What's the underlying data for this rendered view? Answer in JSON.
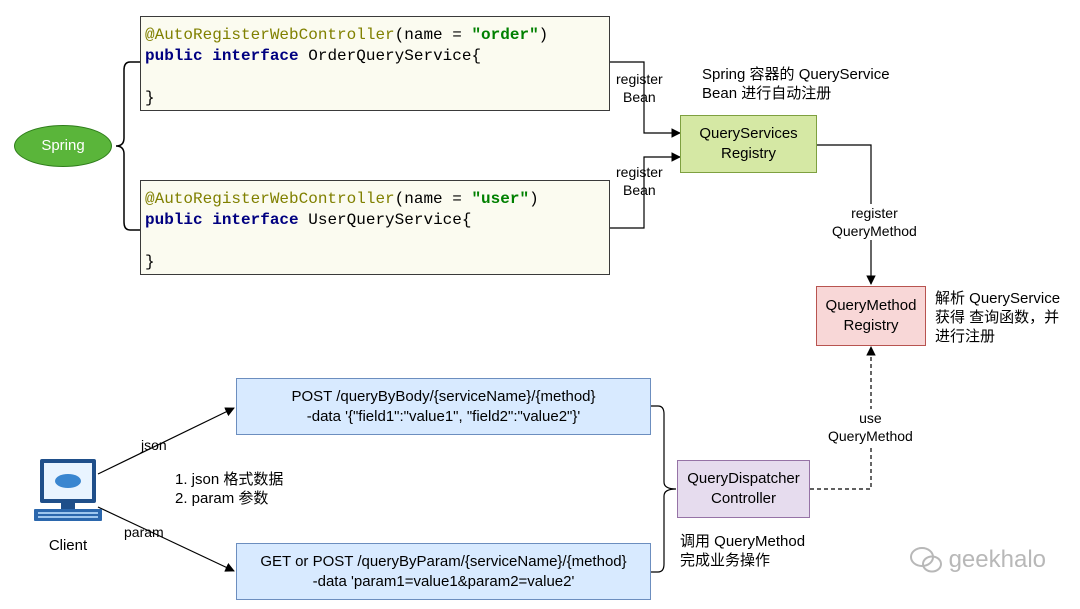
{
  "code_blocks": [
    {
      "annotation": "@AutoRegisterWebController",
      "param_open": "(name = ",
      "name_value": "\"order\"",
      "param_close": ")",
      "kw_public": "public",
      "kw_interface": "interface",
      "type_decl": " OrderQueryService{",
      "close": "}"
    },
    {
      "annotation": "@AutoRegisterWebController",
      "param_open": "(name = ",
      "name_value": "\"user\"",
      "param_close": ")",
      "kw_public": "public",
      "kw_interface": "interface",
      "type_decl": " UserQueryService{",
      "close": "}"
    }
  ],
  "nodes": {
    "spring": "Spring",
    "registry_line1": "QueryServices",
    "registry_line2": "Registry",
    "method_registry_line1": "QueryMethod",
    "method_registry_line2": "Registry",
    "dispatcher_line1": "QueryDispatcher",
    "dispatcher_line2": "Controller",
    "client": "Client"
  },
  "requests": {
    "post_line1": "POST /queryByBody/{serviceName}/{method}",
    "post_line2": "-data '{\"field1\":\"value1\", \"field2\":\"value2\"}'",
    "get_line1": "GET or POST /queryByParam/{serviceName}/{method}",
    "get_line2": "-data 'param1=value1&param2=value2'"
  },
  "edge_labels": {
    "register_bean_1_a": "register",
    "register_bean_1_b": "Bean",
    "register_bean_2_a": "register",
    "register_bean_2_b": "Bean",
    "register_method_a": "register",
    "register_method_b": "QueryMethod",
    "use_method_a": "use",
    "use_method_b": "QueryMethod",
    "json": "json",
    "param": "param"
  },
  "notes": {
    "spring_bean_1": "Spring 容器的 QueryService",
    "spring_bean_2": "Bean 进行自动注册",
    "parse_1": "解析 QueryService",
    "parse_2": "获得 查询函数，并",
    "parse_3": "进行注册",
    "formats_1": "1. json 格式数据",
    "formats_2": "2. param 参数",
    "dispatch_1": "调用 QueryMethod",
    "dispatch_2": "完成业务操作"
  },
  "watermark": "geekhalo"
}
